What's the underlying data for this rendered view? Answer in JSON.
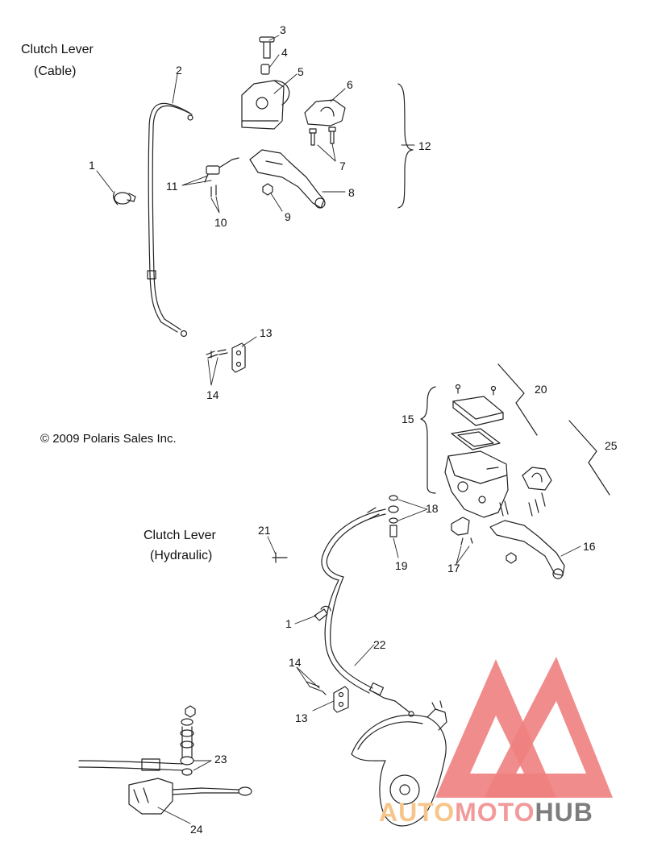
{
  "titles": {
    "cable_line1": "Clutch Lever",
    "cable_line2": "(Cable)",
    "hydraulic_line1": "Clutch Lever",
    "hydraulic_line2": "(Hydraulic)"
  },
  "copyright": "© 2009 Polaris Sales Inc.",
  "callouts": [
    {
      "id": "c3",
      "text": "3"
    },
    {
      "id": "c4",
      "text": "4"
    },
    {
      "id": "c5",
      "text": "5"
    },
    {
      "id": "c6",
      "text": "6"
    },
    {
      "id": "c2",
      "text": "2"
    },
    {
      "id": "c12",
      "text": "12"
    },
    {
      "id": "c7",
      "text": "7"
    },
    {
      "id": "c1a",
      "text": "1"
    },
    {
      "id": "c11",
      "text": "11"
    },
    {
      "id": "c8",
      "text": "8"
    },
    {
      "id": "c9",
      "text": "9"
    },
    {
      "id": "c10",
      "text": "10"
    },
    {
      "id": "c13a",
      "text": "13"
    },
    {
      "id": "c14a",
      "text": "14"
    },
    {
      "id": "c20",
      "text": "20"
    },
    {
      "id": "c15",
      "text": "15"
    },
    {
      "id": "c25",
      "text": "25"
    },
    {
      "id": "c18",
      "text": "18"
    },
    {
      "id": "c21",
      "text": "21"
    },
    {
      "id": "c19",
      "text": "19"
    },
    {
      "id": "c17",
      "text": "17"
    },
    {
      "id": "c16",
      "text": "16"
    },
    {
      "id": "c1b",
      "text": "1"
    },
    {
      "id": "c22",
      "text": "22"
    },
    {
      "id": "c14b",
      "text": "14"
    },
    {
      "id": "c13b",
      "text": "13"
    },
    {
      "id": "c23",
      "text": "23"
    },
    {
      "id": "c24",
      "text": "24"
    }
  ],
  "watermark": {
    "part1": "AUTO",
    "part2": "MOTO",
    "part3": "HUB",
    "colors": {
      "triangle": "#f08080",
      "auto": "#f7c58a",
      "moto": "#f29a9a",
      "hub": "#7d7d7d"
    }
  }
}
